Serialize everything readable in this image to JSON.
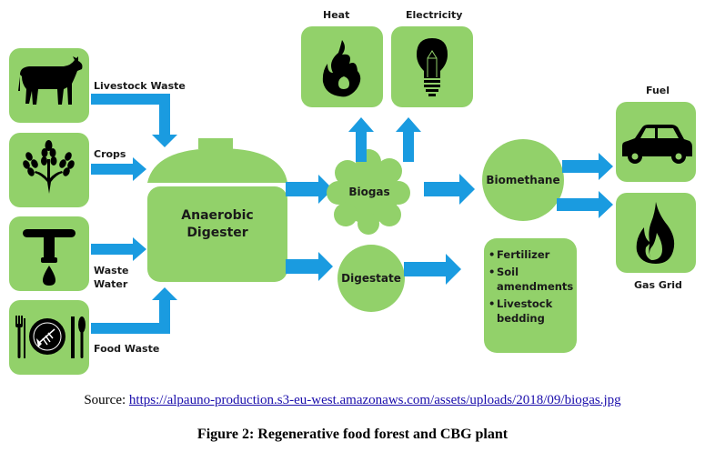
{
  "colors": {
    "box_green": "#92d16a",
    "arrow_blue": "#1a9be0",
    "icon_black": "#000000",
    "text_dark": "#1a1a1a",
    "link_blue": "#1a0dab"
  },
  "inputs": [
    {
      "label": "Livestock Waste",
      "icon": "cow-icon"
    },
    {
      "label": "Crops",
      "icon": "wheat-icon"
    },
    {
      "label": "Waste Water",
      "label_lines": [
        "Waste",
        "Water"
      ],
      "icon": "faucet-drop-icon"
    },
    {
      "label": "Food Waste",
      "icon": "plate-fishbone-icon"
    }
  ],
  "digester": {
    "label_lines": [
      "Anaerobic",
      "Digester"
    ]
  },
  "biogas": {
    "label": "Biogas"
  },
  "digestate": {
    "label": "Digestate"
  },
  "outputs_top": [
    {
      "label": "Heat",
      "icon": "flame-icon"
    },
    {
      "label": "Electricity",
      "icon": "lightbulb-icon"
    }
  ],
  "biomethane": {
    "label": "Biomethane"
  },
  "biomethane_uses": [
    {
      "label": "Fuel",
      "icon": "car-icon"
    },
    {
      "label": "Gas Grid",
      "icon": "gas-flame-icon"
    }
  ],
  "digestate_uses": {
    "bullet": "•",
    "items": [
      {
        "lines": [
          "Fertilizer"
        ]
      },
      {
        "lines": [
          "Soil",
          "amendments"
        ]
      },
      {
        "lines": [
          "Livestock",
          "bedding"
        ]
      }
    ]
  },
  "source": {
    "prefix": "Source: ",
    "link_text": "https://alpauno-production.s3-eu-west.amazonaws.com/assets/uploads/2018/09/biogas.jpg"
  },
  "figure_caption": "Figure 2: Regenerative food forest and CBG plant"
}
